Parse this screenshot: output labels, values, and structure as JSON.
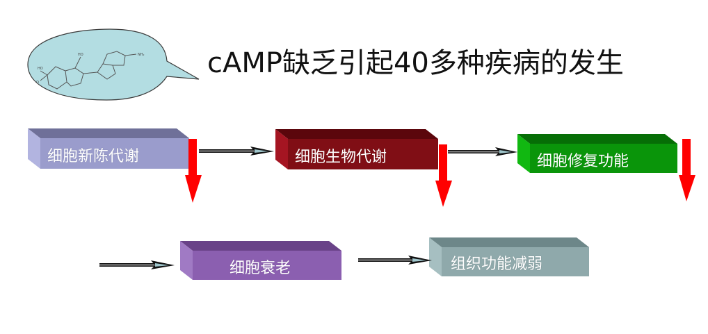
{
  "title": "cAMP缺乏引起40多种疾病的发生",
  "bubble": {
    "icon": "camp-molecule-structure-icon",
    "fill_color": "#b3dde2"
  },
  "row1": [
    {
      "label": "细胞新陈代谢",
      "front_color": "#9a9ccc",
      "top_color": "#6f7099",
      "side_color": "#b2b4e0"
    },
    {
      "label": "细胞生物代谢",
      "front_color": "#800e15",
      "top_color": "#5b060c",
      "side_color": "#a51522"
    },
    {
      "label": "细胞修复功能",
      "front_color": "#0a950a",
      "top_color": "#066e06",
      "side_color": "#11b811"
    }
  ],
  "row2": [
    {
      "label": "细胞衰老",
      "front_color": "#8b5fb0",
      "top_color": "#694288",
      "side_color": "#a07ac4"
    },
    {
      "label": "组织功能减弱",
      "front_color": "#8fa9ab",
      "top_color": "#6d8789",
      "side_color": "#a6bfc1"
    }
  ],
  "colors": {
    "down_arrow": "#ff0000",
    "flow_arrow": "#111111"
  }
}
